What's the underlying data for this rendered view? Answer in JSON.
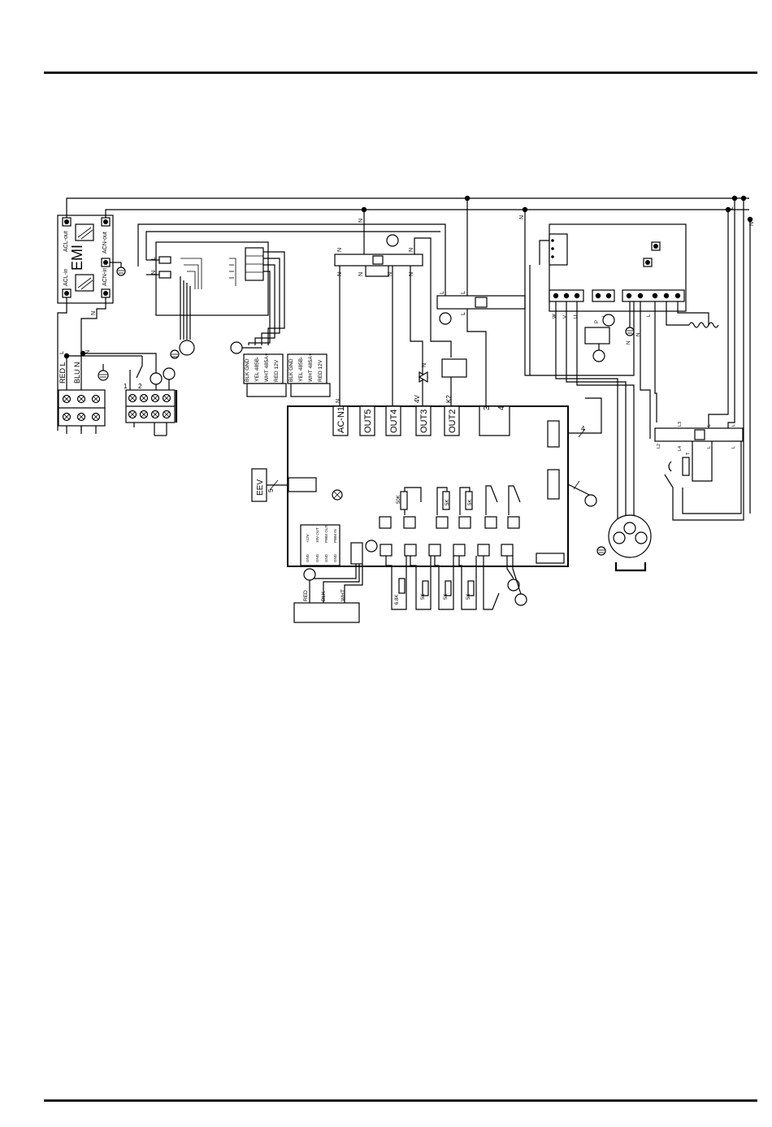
{
  "emi": {
    "title": "EMI",
    "acl_out": "ACL-out",
    "acn_out": "ACN-out",
    "acl_in": "ACL-in",
    "acn_in": "ACN-in"
  },
  "power": {
    "red_l": "RED L",
    "blu_n": "BLU N"
  },
  "letters": {
    "l": "L",
    "n": "N",
    "t": "T",
    "w": "W",
    "v": "V",
    "u": "U",
    "p": "P"
  },
  "switches": {
    "one": "1",
    "two": "2"
  },
  "comm": {
    "blk_gnd": "BLK GND",
    "yel_485b": "YEL 485B-",
    "wht_485a": "WHT 485A+",
    "red_12v": "RED 12V"
  },
  "valve": {
    "n": "N",
    "v4": "4V",
    "k2": "K2"
  },
  "board": {
    "outputs": [
      "AC-N1",
      "OUT5",
      "OUT4",
      "OUT3",
      "OUT2"
    ],
    "terminal_3": "3",
    "terminal_4": "4",
    "wire_count": "4",
    "eev": "EEV",
    "eev_count": "5"
  },
  "sensors": {
    "s50k": "50K",
    "s5k": "5K",
    "s68k": "6.8K"
  },
  "fan_pins": {
    "p12v": "+12V",
    "p10v": "10V OUT",
    "pwm_out": "PWM OUT",
    "pwm_in": "PWM IN",
    "gnd": "GND"
  },
  "fan_wires": {
    "red": "RED",
    "blk": "BLK",
    "wht": "WHT"
  },
  "module": {
    "l3": "L3",
    "l4": "L4",
    "l2": "L2"
  }
}
